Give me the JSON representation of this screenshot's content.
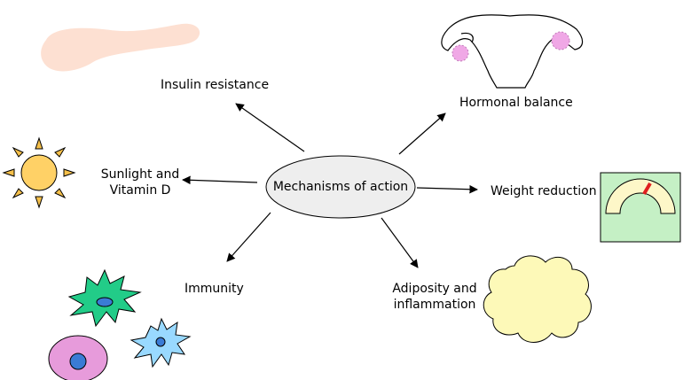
{
  "center_label": "Mechanisms of action",
  "mechanisms": {
    "insulin": "Insulin resistance",
    "hormonal": "Hormonal balance",
    "sunlight_line1": "Sunlight and",
    "sunlight_line2": "Vitamin D",
    "weight": "Weight reduction",
    "immunity": "Immunity",
    "adiposity_line1": "Adiposity and",
    "adiposity_line2": "inflammation"
  },
  "icons": {
    "pancreas": "pancreas-icon",
    "uterus": "uterus-ovaries-icon",
    "sun": "sun-icon",
    "scale": "weight-scale-icon",
    "immune_cells": "immune-cells-icon",
    "fat_cell": "fat-cell-icon"
  },
  "colors": {
    "pancreas": "#fde0d2",
    "sun_body": "#ffd166",
    "sun_ray": "#f5c04a",
    "ovary": "#f0a8e6",
    "scale_bg": "#c5f0c5",
    "scale_dial": "#fdf7c8",
    "needle": "#e02020",
    "cell_green": "#22cc88",
    "cell_blue_light": "#99d9ff",
    "cell_pink": "#e79bdb",
    "nucleus": "#3a7bd5",
    "fat": "#fdf9b8",
    "ellipse": "#eeeeee"
  }
}
